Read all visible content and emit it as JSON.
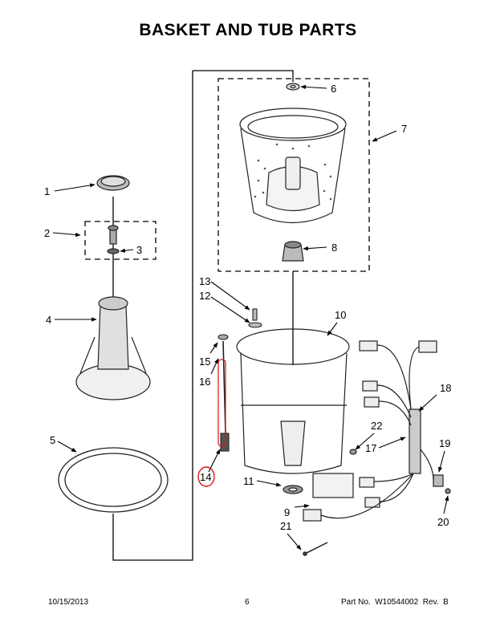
{
  "header": {
    "title": "BASKET AND TUB PARTS"
  },
  "footer": {
    "date": "10/15/2013",
    "page": "6",
    "part_no": "Part No.  W10544002  Rev.  B"
  },
  "callouts": {
    "c1": "1",
    "c2": "2",
    "c3": "3",
    "c4": "4",
    "c5": "5",
    "c6": "6",
    "c7": "7",
    "c8": "8",
    "c9": "9",
    "c10": "10",
    "c11": "11",
    "c12": "12",
    "c13": "13",
    "c14": "14",
    "c15": "15",
    "c16": "16",
    "c17": "17",
    "c18": "18",
    "c19": "19",
    "c20": "20",
    "c21": "21",
    "c22": "22"
  },
  "colors": {
    "line": "#000000",
    "part": "#333333",
    "highlight": "#e01010"
  }
}
